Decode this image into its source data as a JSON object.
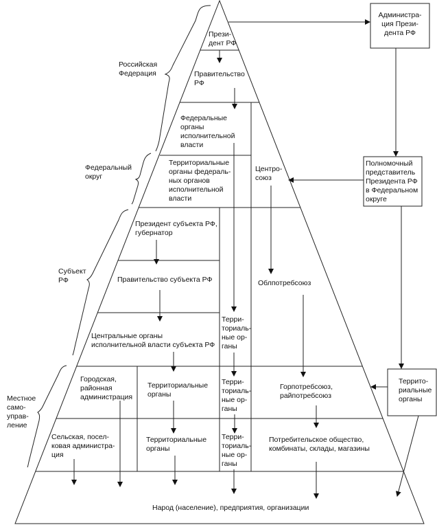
{
  "levels": {
    "russian_federation": "Российская\nФедерация",
    "federal_district": "Федеральный\nокруг",
    "subject": "Субъект\nРФ",
    "local_government": "Местное\nсамо-\nуправ-\nление"
  },
  "pyramid": {
    "president": "Прези-\nдент РФ",
    "government": "Правительство\nРФ",
    "federal_bodies": "Федеральные\nорганы\nисполнительной\nвласти",
    "territorial_federal": "Территориальные\nорганы федераль-\nных органов\nисполнительной\nвласти",
    "centrosoyuz": "Центро-\nсоюз",
    "subject_president": "Президент субъекта РФ,\nгубернатор",
    "subject_government": "Правительство субъекта РФ",
    "oblpotrebsoyuz": "Облпотребсоюз",
    "territorial_1": "Терри-\nториаль-\nные ор-\nганы",
    "subject_central": "Центральные органы\nисполнительной власти субъекта РФ",
    "city_admin": "Городская,\nрайонная\nадминистрация",
    "territorial_city": "Территориальные\nорганы",
    "territorial_2": "Терри-\nториаль-\nные ор-\nганы",
    "gorpotrebsoyuz": "Горпотребсоюз,\nрайпотребсоюз",
    "rural_admin": "Сельская, посел-\nковая администра-\nция",
    "territorial_rural": "Территориальные\nорганы",
    "territorial_3": "Терри-\nториаль-\nные ор-\nганы",
    "consumer_society": "Потребительское общество,\nкомбинаты, склады, магазины",
    "people": "Народ (население), предприятия, организации"
  },
  "side_boxes": {
    "presidential_admin": "Администра-\nция Прези-\nдента РФ",
    "plenipotentiary": "Полномочный\nпредставитель\nПрезидента РФ\nв Федеральном\nокруге",
    "territorial_bodies": "Террито-\nриальные\nорганы"
  }
}
